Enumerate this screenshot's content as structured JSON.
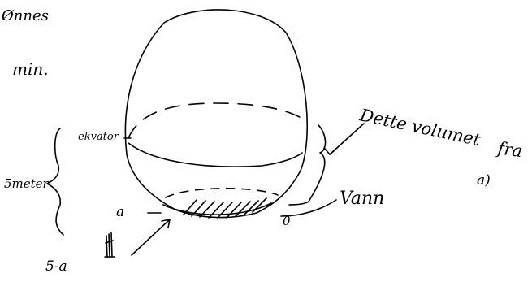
{
  "labels": {
    "top_left_1": "Ønnes",
    "top_left_2": "min.",
    "ekvator": "ekvator",
    "five_meters": "5meter",
    "a": "a",
    "five_minus_a": "5-a",
    "zero": "0",
    "water": "Vann",
    "volume_note_1": "Dette volumet",
    "volume_note_2": "fra",
    "volume_note_3": "a)"
  }
}
